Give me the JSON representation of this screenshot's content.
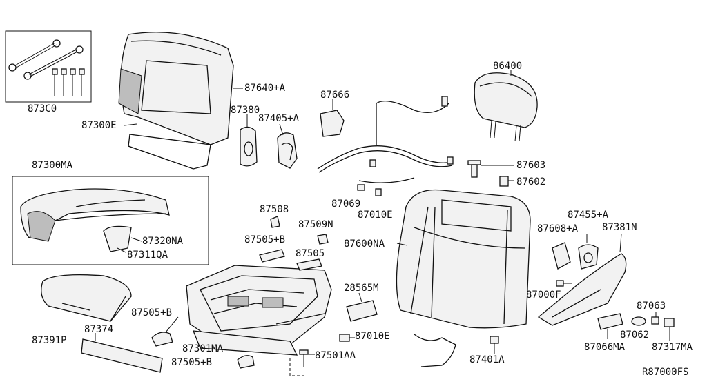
{
  "labels": {
    "l873c0": "873C0",
    "l87300e": "87300E",
    "l87640a": "87640+A",
    "l87380": "87380",
    "l87405a": "87405+A",
    "l87666": "87666",
    "l86400": "86400",
    "l87603": "87603",
    "l87602": "87602",
    "l87300ma": "87300MA",
    "l87320na": "87320NA",
    "l87311qa": "87311QA",
    "l87069": "87069",
    "l87010e_top": "87010E",
    "l87508": "87508",
    "l87509n": "87509N",
    "l87505b_top": "87505+B",
    "l87505": "87505",
    "l87600na": "87600NA",
    "l87455a": "87455+A",
    "l87608a": "87608+A",
    "l87381n": "87381N",
    "l28565m": "28565M",
    "l87000f": "87000F",
    "l87063": "87063",
    "l87391p": "87391P",
    "l87374": "87374",
    "l87505b_mid": "87505+B",
    "l87301ma": "87301MA",
    "l87010e_bot": "87010E",
    "l87501aa": "87501AA",
    "l87505b_bot": "87505+B",
    "l87401a": "87401A",
    "l87066ma": "87066MA",
    "l87062": "87062",
    "l87317ma": "87317MA",
    "ref": "R87000FS"
  }
}
